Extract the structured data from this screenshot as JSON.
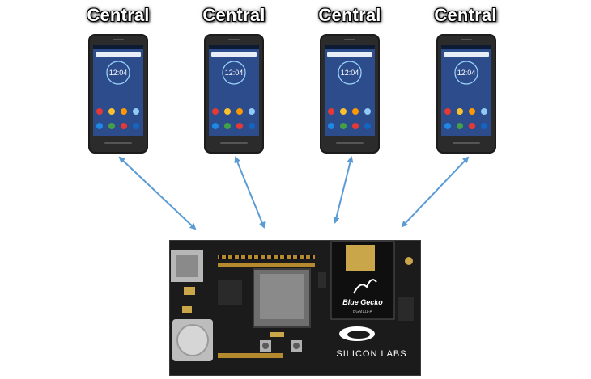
{
  "centrals": [
    {
      "label": "Central",
      "time": "12:04"
    },
    {
      "label": "Central",
      "time": "12:04"
    },
    {
      "label": "Central",
      "time": "12:04"
    },
    {
      "label": "Central",
      "time": "12:04"
    }
  ],
  "board": {
    "brand": "SILICON LABS",
    "module_name": "Blue Gecko",
    "module_part": "BGM111-A"
  },
  "colors": {
    "arrow": "#5b9bd5",
    "label_fill": "#ffffff",
    "label_outline": "#000000",
    "pcb": "#1a1a1a",
    "screen": "#2a3f7a"
  }
}
